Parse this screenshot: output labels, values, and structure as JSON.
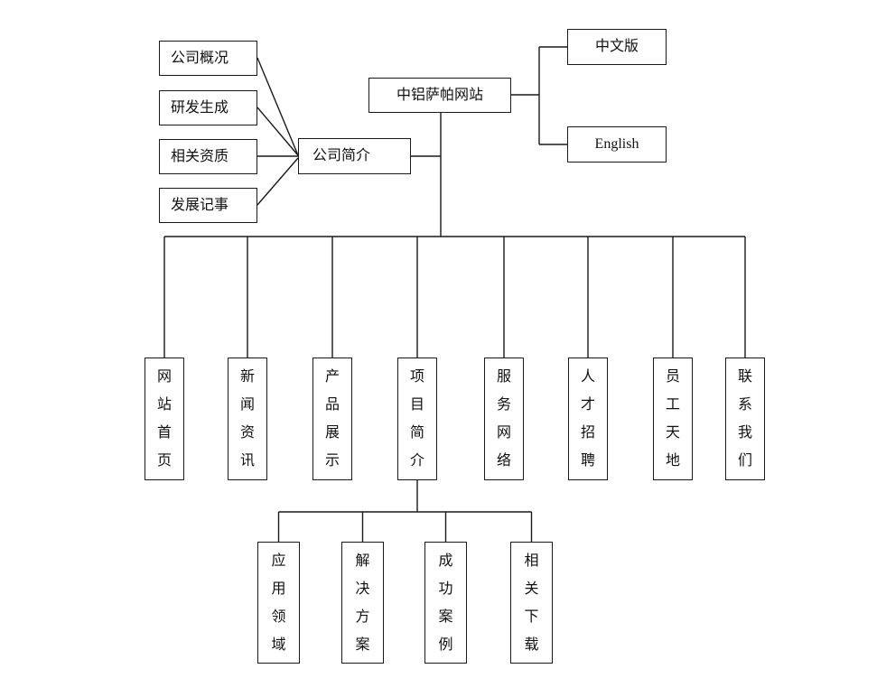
{
  "page": {
    "background": "#ffffff",
    "line_color": "#1a1a1a",
    "text_color": "#111111"
  },
  "diagram": {
    "root": {
      "label": "中铝萨帕网站"
    },
    "language_versions": [
      {
        "label": "中文版"
      },
      {
        "label": "English"
      }
    ],
    "company_intro": {
      "label": "公司简介"
    },
    "company_intro_children": [
      {
        "label": "公司概况"
      },
      {
        "label": "研发生成"
      },
      {
        "label": "相关资质"
      },
      {
        "label": "发展记事"
      }
    ],
    "main_sections": [
      {
        "label": "网站首页"
      },
      {
        "label": "新闻资讯"
      },
      {
        "label": "产品展示"
      },
      {
        "label": "项目简介"
      },
      {
        "label": "服务网络"
      },
      {
        "label": "人才招聘"
      },
      {
        "label": "员工天地"
      },
      {
        "label": "联系我们"
      }
    ],
    "project_subsections": [
      {
        "label": "应用领域"
      },
      {
        "label": "解决方案"
      },
      {
        "label": "成功案例"
      },
      {
        "label": "相关下载"
      }
    ]
  }
}
